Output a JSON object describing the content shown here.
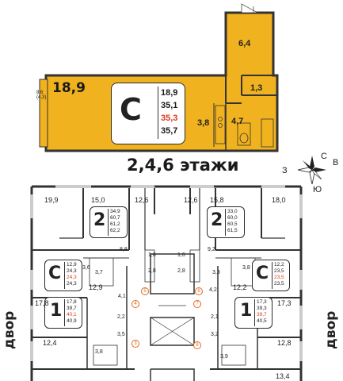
{
  "highlight_unit": {
    "type_letter": "С",
    "main_room_area": "18,9",
    "side_area": "6,4",
    "bath_area": "1,3",
    "kitchen_area": "4,7",
    "closet_area": "3,8",
    "balcony_area": "8,6 (4,3)",
    "areas": [
      "18,9",
      "35,1",
      "35,3",
      "35,7"
    ],
    "accent_color": "#f0b21e",
    "red_color": "#e03a1e"
  },
  "floors_title": "2,4,6 этажи",
  "compass": {
    "north": "С",
    "south": "Ю",
    "east": "В",
    "west": "З"
  },
  "courtyard_label": "двор",
  "plan": {
    "units": [
      {
        "letter": "2",
        "room_top": "15,0",
        "areas": [
          "34,9",
          "60,7",
          "61,2",
          "62,2"
        ]
      },
      {
        "letter": "2",
        "room_top": "15,8",
        "areas": [
          "33,0",
          "60,0",
          "60,5",
          "61,5"
        ]
      },
      {
        "letter": "С",
        "areas": [
          "12,9",
          "24,3",
          "24,3",
          "24,3"
        ]
      },
      {
        "letter": "С",
        "areas": [
          "12,2",
          "23,5",
          "23,5",
          "23,5"
        ]
      },
      {
        "letter": "1",
        "areas": [
          "17,8",
          "39,7",
          "40,1",
          "40,9"
        ]
      },
      {
        "letter": "1",
        "areas": [
          "17,3",
          "39,3",
          "39,7",
          "40,5"
        ]
      }
    ],
    "room_labels": {
      "r19_9": "19,9",
      "r12_6a": "12,6",
      "r12_6b": "12,6",
      "r18_0": "18,0",
      "r8_8": "8,8",
      "r9_2": "9,2",
      "r1_6a": "1,6",
      "r1_6b": "1,6",
      "r2_8a": "2,8",
      "r2_8b": "2,8",
      "r3_6": "3,6",
      "r3_7": "3,7",
      "r3_3": "3,3",
      "r3_8": "3,8",
      "r12_9": "12,9",
      "r12_2": "12,2",
      "r4_1": "4,1",
      "r4_2": "4,2",
      "r17_8": "17,8",
      "r17_3": "17,3",
      "r2_2": "2,2",
      "r2_1": "2,1",
      "r12_4": "12,4",
      "r12_8": "12,8",
      "r3_5": "3,5",
      "r3_2": "3,2",
      "r3_8b": "3,8",
      "r3_9": "3,9",
      "r13_4": "13,4"
    },
    "unit_markers": [
      "5",
      "6",
      "7",
      "4",
      "3",
      "8"
    ]
  }
}
